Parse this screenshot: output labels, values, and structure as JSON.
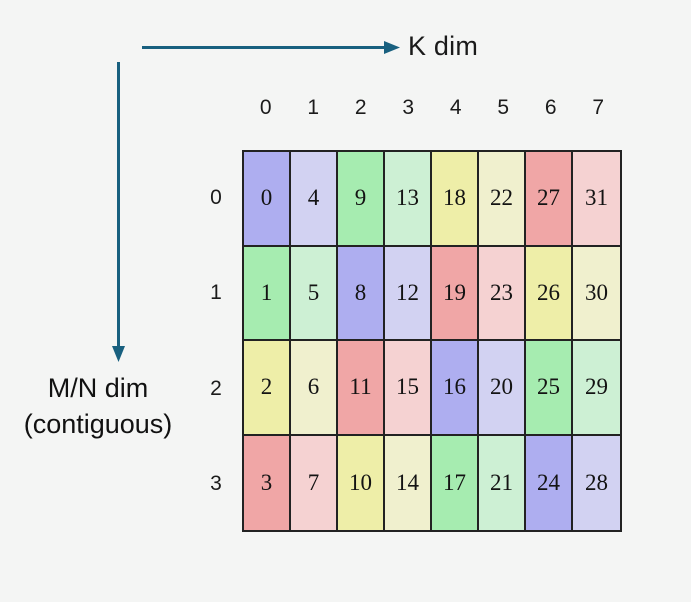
{
  "background_color": "#f4f5f4",
  "arrow_color": "#18607f",
  "border_color": "#222222",
  "axes": {
    "k_label": "K dim",
    "mn_label_line1": "M/N dim",
    "mn_label_line2": "(contiguous)"
  },
  "grid": {
    "col_headers": [
      "0",
      "1",
      "2",
      "3",
      "4",
      "5",
      "6",
      "7"
    ],
    "row_headers": [
      "0",
      "1",
      "2",
      "3"
    ],
    "rows": [
      {
        "values": [
          "0",
          "4",
          "9",
          "13",
          "18",
          "22",
          "27",
          "31"
        ],
        "colors": [
          "#aeaef0",
          "#d2d2f2",
          "#a6ecb0",
          "#cdf0d4",
          "#eeeea8",
          "#f0f0ce",
          "#f0a6a6",
          "#f5d2d2"
        ]
      },
      {
        "values": [
          "1",
          "5",
          "8",
          "12",
          "19",
          "23",
          "26",
          "30"
        ],
        "colors": [
          "#a6ecb0",
          "#cdf0d4",
          "#aeaef0",
          "#d2d2f2",
          "#f0a6a6",
          "#f5d2d2",
          "#eeeea8",
          "#f0f0ce"
        ]
      },
      {
        "values": [
          "2",
          "6",
          "11",
          "15",
          "16",
          "20",
          "25",
          "29"
        ],
        "colors": [
          "#eeeea8",
          "#f0f0ce",
          "#f0a6a6",
          "#f5d2d2",
          "#aeaef0",
          "#d2d2f2",
          "#a6ecb0",
          "#cdf0d4"
        ]
      },
      {
        "values": [
          "3",
          "7",
          "10",
          "14",
          "17",
          "21",
          "24",
          "28"
        ],
        "colors": [
          "#f0a6a6",
          "#f5d2d2",
          "#eeeea8",
          "#f0f0ce",
          "#a6ecb0",
          "#cdf0d4",
          "#aeaef0",
          "#d2d2f2"
        ]
      }
    ]
  }
}
